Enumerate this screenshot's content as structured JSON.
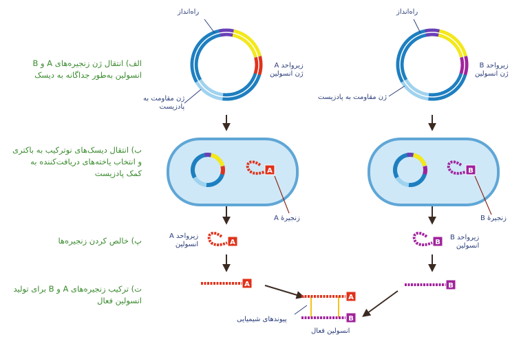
{
  "colors": {
    "step_text": "#3a8a2e",
    "label_text": "#2c3e7a",
    "plasmid_dark": "#1e7fc0",
    "plasmid_light": "#9fd2ef",
    "promoter": "#6a3fb6",
    "yellow_segment": "#f4e81a",
    "chain_a": "#e0321b",
    "chain_b": "#a0239c",
    "cell_fill": "#cfe8f7",
    "cell_border": "#5fa6d6",
    "arrow": "#3b2a22"
  },
  "steps": {
    "step1": {
      "line1": "الف) انتقال ژن زنجیره‌های A و B",
      "line2": "انسولین به‌طور جداگانه به دیسک"
    },
    "step2": {
      "line1": "ب) انتقال دیسک‌های نوترکیب به باکتری",
      "line2": "و انتخاب یاخته‌های دریافت‌کننده به",
      "line3": "کمک پادزیست"
    },
    "step3": {
      "line1": "پ) خالص کردن زنجیره‌ها"
    },
    "step4": {
      "line1": "ت) ترکیب زنجیره‌های A و B برای تولید",
      "line2": "انسولین فعال"
    }
  },
  "labels": {
    "promoter_a": "راه‌انداز",
    "promoter_b": "راه‌انداز",
    "gene_a_line1": "زیرواحد A",
    "gene_a_line2": "ژن انسولین",
    "gene_b_line1": "زیرواحد B",
    "gene_b_line2": "ژن انسولین",
    "resist_a_line1": "ژن مقاومت به",
    "resist_a_line2": "پادزیست",
    "resist_b": "ژن مقاومت به پادزیست",
    "chain_a_label": "زنجیرهٔ A",
    "chain_b_label": "زنجیرهٔ B",
    "sub_a_line1": "زیرواحد A",
    "sub_a_line2": "انسولین",
    "sub_b_line1": "زیرواحد B",
    "sub_b_line2": "انسولین",
    "bonds": "پیوندهای شیمیایی",
    "active_insulin": "انسولین فعال",
    "tag_a": "A",
    "tag_b": "B"
  }
}
